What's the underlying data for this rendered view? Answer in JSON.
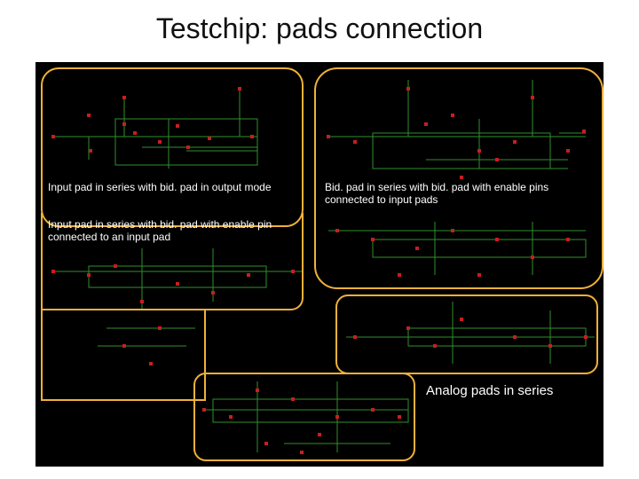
{
  "slide": {
    "title": "Testchip: pads connection"
  },
  "labels": {
    "input_pad_output_mode": "Input pad in series with bid. pad in output mode",
    "input_pad_enable_input": "Input pad in series with bid. pad with enable pin connected to an input pad",
    "bid_pad_enable_input": "Bid. pad in series with bid. pad with enable pins connected to  input pads",
    "analog_pads": "Analog pads in series"
  },
  "colors": {
    "background": "#000000",
    "region_outline": "#f0b13a",
    "wire_green": "#2f8f2f",
    "pin_red": "#c81e1e",
    "text_white": "#ffffff"
  }
}
